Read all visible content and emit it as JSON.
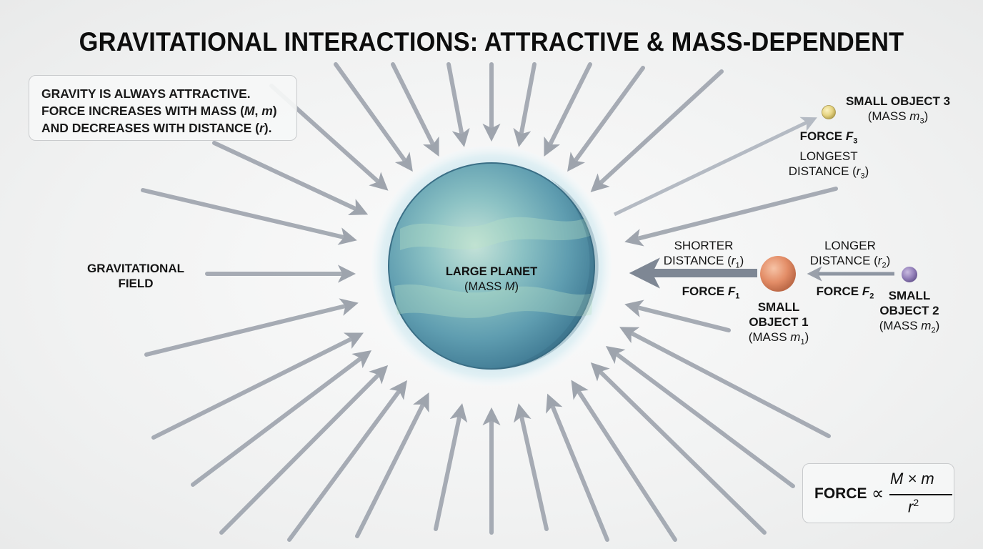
{
  "title": "GRAVITATIONAL INTERACTIONS: ATTRACTIVE & MASS-DEPENDENT",
  "info_box": {
    "line1": "GRAVITY IS ALWAYS ATTRACTIVE.",
    "line2_prefix": "FORCE INCREASES WITH MASS (",
    "line2_M": "M",
    "line2_sep": ", ",
    "line2_m": "m",
    "line2_suffix": ")",
    "line3_prefix": "AND DECREASES WITH DISTANCE (",
    "line3_r": "r",
    "line3_suffix": ")."
  },
  "field_label": {
    "line1": "GRAVITATIONAL",
    "line2": "FIELD"
  },
  "planet": {
    "name": "LARGE PLANET",
    "mass_prefix": "(MASS ",
    "mass_symbol": "M",
    "mass_suffix": ")",
    "colors": {
      "core": "#8fc3c7",
      "edge": "#3f7f96",
      "halo": "#d8ecf2"
    }
  },
  "objects": [
    {
      "id": "object1",
      "name_line1": "SMALL",
      "name_line2": "OBJECT 1",
      "mass_prefix": "(MASS ",
      "mass_symbol": "m",
      "mass_sub": "1",
      "mass_suffix": ")",
      "force_prefix": "FORCE ",
      "force_symbol": "F",
      "force_sub": "1",
      "distance_line1": "SHORTER",
      "distance_prefix": "DISTANCE (",
      "distance_symbol": "r",
      "distance_sub": "1",
      "distance_suffix": ")",
      "color": "#e39470"
    },
    {
      "id": "object2",
      "name_line1": "SMALL",
      "name_line2": "OBJECT 2",
      "mass_prefix": "(MASS ",
      "mass_symbol": "m",
      "mass_sub": "2",
      "mass_suffix": ")",
      "force_prefix": "FORCE ",
      "force_symbol": "F",
      "force_sub": "2",
      "distance_line1": "LONGER",
      "distance_prefix": "DISTANCE (",
      "distance_symbol": "r",
      "distance_sub": "2",
      "distance_suffix": ")",
      "color": "#9a86bf"
    },
    {
      "id": "object3",
      "name_line1": "SMALL OBJECT 3",
      "mass_prefix": "(MASS ",
      "mass_symbol": "m",
      "mass_sub": "3",
      "mass_suffix": ")",
      "force_prefix": "FORCE ",
      "force_symbol": "F",
      "force_sub": "3",
      "distance_line1": "LONGEST",
      "distance_prefix": "DISTANCE (",
      "distance_symbol": "r",
      "distance_sub": "3",
      "distance_suffix": ")",
      "color": "#e8d98a"
    }
  ],
  "formula": {
    "lhs": "FORCE",
    "relation": "∝",
    "numerator": "M × m",
    "denominator_base": "r",
    "denominator_exp": "2"
  },
  "colors": {
    "arrow": "#9aa0aa",
    "arrow_dark": "#7e8794",
    "text": "#111111",
    "box_border": "#c9cbcd"
  }
}
